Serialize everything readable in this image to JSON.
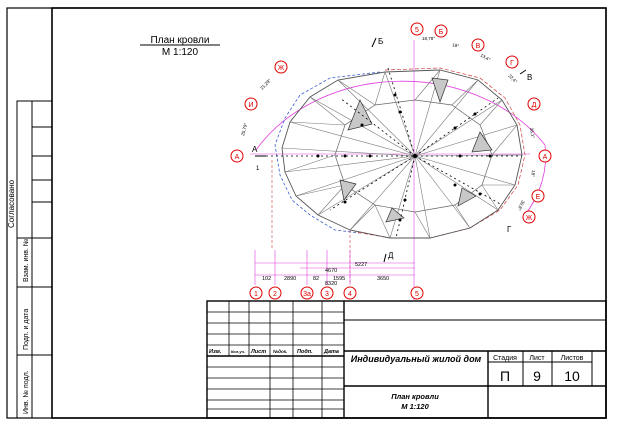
{
  "title_block_top": {
    "title": "План кровли",
    "scale": "М 1:120"
  },
  "side_stamps": {
    "agreed": "Согласовано",
    "replaced_inv": "Взам. инв. №",
    "sign_date": "Подп. и дата",
    "inv_orig": "Инв. № подл."
  },
  "stamp": {
    "headers": [
      "Изм.",
      "Кол.уч.",
      "Лист",
      "№док.",
      "Подп.",
      "Дата"
    ],
    "project_name": "Индивидуальный жилой дом",
    "sheet_title": "План кровли",
    "sheet_scale": "М 1:120",
    "col_labels": [
      "Стадия",
      "Лист",
      "Листов"
    ],
    "stage": "П",
    "sheet": "9",
    "sheets_total": "10"
  },
  "axes": {
    "bottom": [
      "1",
      "2",
      "3а",
      "3",
      "4",
      "5"
    ],
    "top": [
      "5",
      "Б"
    ],
    "ring": [
      "Ж",
      "И",
      "А",
      "В",
      "Г",
      "Д",
      "Е",
      "Ж",
      "А"
    ],
    "section_marks": [
      "А",
      "Б",
      "В",
      "Г",
      "Д",
      "1"
    ]
  },
  "dimensions": {
    "row1": [
      "102",
      "2890",
      "82",
      "1595",
      "3650"
    ],
    "row2": [
      "4670",
      "8320"
    ],
    "row3": [
      "5227"
    ],
    "arc": [
      "21,28°",
      "25,79°",
      "18,79°",
      "18°",
      "13,4°",
      "22,4°",
      "26,1°",
      "18°",
      "30,8°"
    ]
  },
  "colors": {
    "line": "#000000",
    "axis_circle": "#e00000",
    "dim": "#e040e0",
    "dashed_blue": "#3a5fd0",
    "red_dash": "#d04040"
  }
}
